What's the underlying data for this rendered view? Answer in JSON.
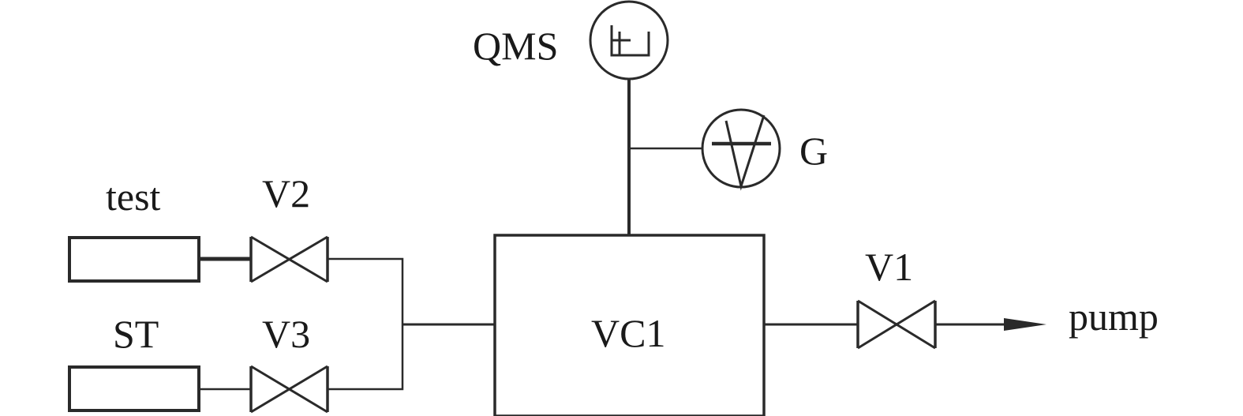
{
  "diagram": {
    "labels": {
      "qms": "QMS",
      "gauge": "G",
      "test": "test",
      "st": "ST",
      "v1": "V1",
      "v2": "V2",
      "v3": "V3",
      "vc1": "VC1",
      "pump": "pump"
    },
    "colors": {
      "line": "#2a2a2a",
      "background": "#ffffff"
    }
  }
}
